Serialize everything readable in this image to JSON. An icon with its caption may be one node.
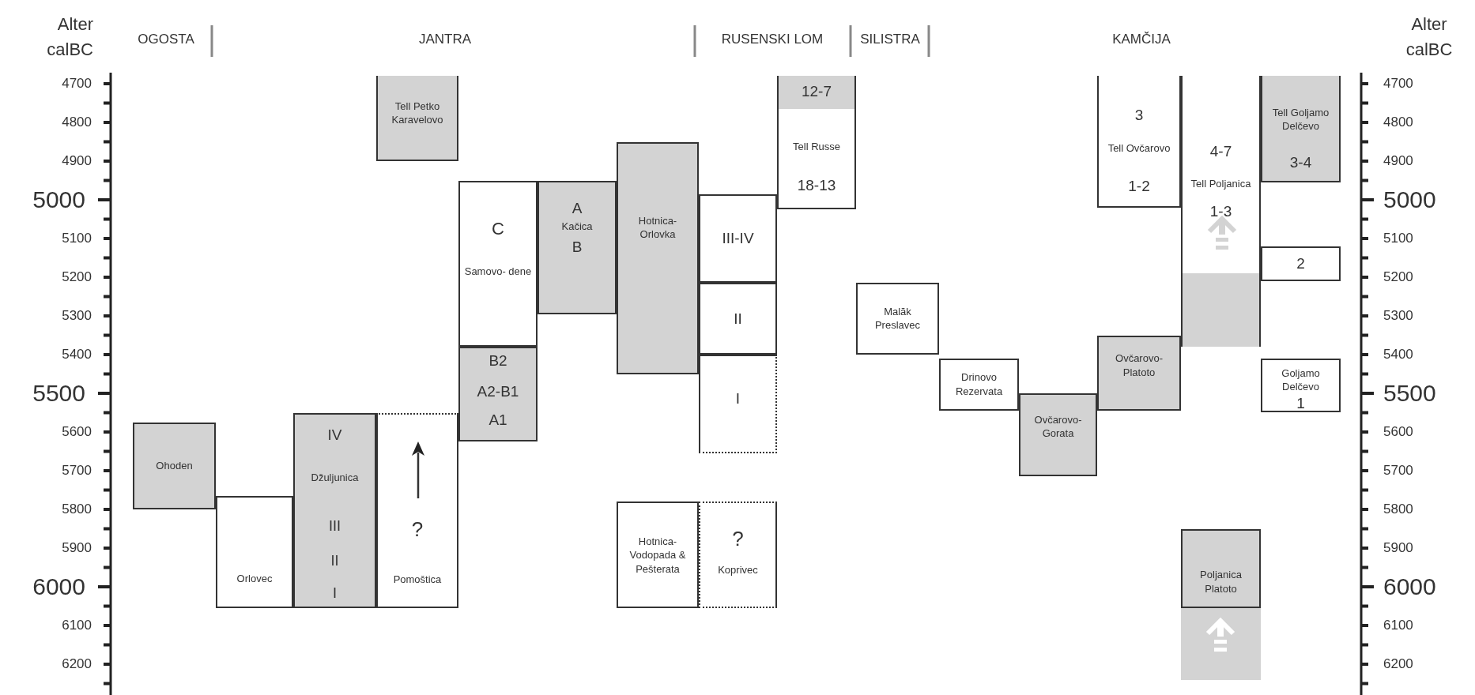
{
  "diagram": {
    "nodes": [
      {
        "text": [
          "Ohoden"
        ]
      },
      {
        "text": [
          "Orlovec"
        ]
      },
      {
        "text": [
          "IV",
          "Džuljunica",
          "III",
          "II",
          "I"
        ]
      },
      {
        "text": [
          "Tell Petko Karavelovo"
        ]
      },
      {
        "text": [
          "?",
          "Pomoštica"
        ]
      },
      {
        "text": [
          "C",
          "Samovo- dene"
        ]
      },
      {
        "text": [
          "B2",
          "A2-B1",
          "A1"
        ]
      },
      {
        "text": [
          "A",
          "Kačica",
          "B"
        ]
      },
      {
        "text": [
          "Hotnica- Orlovka"
        ]
      },
      {
        "text": [
          "Hotnica- Vodopada & Pešterata"
        ]
      },
      {
        "text": [
          "12-7",
          "Tell Russe",
          "18-13"
        ]
      },
      {
        "text": [
          "III-IV"
        ]
      },
      {
        "text": [
          "II"
        ]
      },
      {
        "text": [
          "I"
        ]
      },
      {
        "text": [
          "?",
          "Koprivec"
        ]
      },
      {
        "text": [
          "Malăk Preslavec"
        ]
      },
      {
        "text": [
          "Drinovo Rezervata"
        ]
      },
      {
        "text": [
          "Ovčarovo- Gorata"
        ]
      },
      {
        "text": [
          "3",
          "Tell Ovčarovo",
          "1-2"
        ]
      },
      {
        "text": [
          "Ovčarovo- Platoto"
        ]
      },
      {
        "text": [
          "4-7",
          "Tell Poljanica",
          "1-3"
        ]
      },
      {
        "text": [
          "Poljanica Platoto"
        ]
      },
      {
        "text": [
          "Tell Goljamo Delčevo",
          "3-4"
        ]
      },
      {
        "text": [
          "2"
        ]
      },
      {
        "text": [
          "Goljamo Delčevo",
          "1"
        ]
      }
    ],
    "labels": [
      "Alter calBC",
      "OGOSTA",
      "JANTRA",
      "RUSENSKI LOM",
      "SILISTRA",
      "KAMČIJA",
      "Alter calBC",
      "4700",
      "4800",
      "4900",
      "5000",
      "5100",
      "5200",
      "5300",
      "5400",
      "5500",
      "5600",
      "5700",
      "5800",
      "5900",
      "6000",
      "6100",
      "6200",
      "4700",
      "4800",
      "4900",
      "5000",
      "5100",
      "5200",
      "5300",
      "5400",
      "5500",
      "5600",
      "5700",
      "5800",
      "5900",
      "6000",
      "6100",
      "6200"
    ]
  }
}
